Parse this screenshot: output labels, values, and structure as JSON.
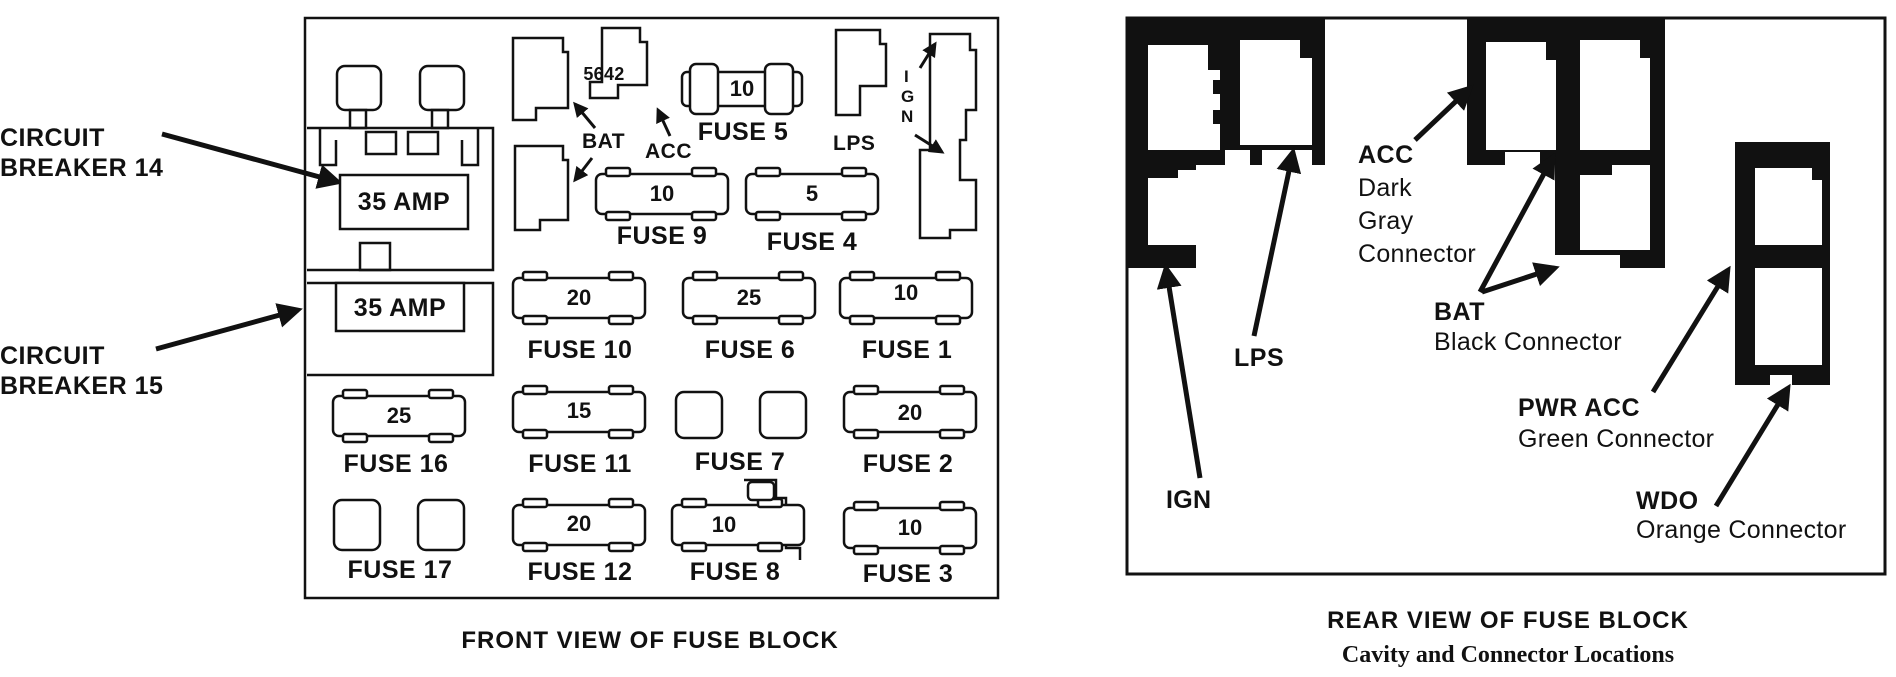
{
  "front_view": {
    "caption": "FRONT VIEW OF FUSE BLOCK",
    "part_number": "5642",
    "circuit_breaker_14": {
      "line1": "CIRCUIT",
      "line2": "BREAKER 14",
      "rating": "35 AMP"
    },
    "circuit_breaker_15": {
      "line1": "CIRCUIT",
      "line2": "BREAKER 15",
      "rating": "35 AMP"
    },
    "connector_labels": {
      "bat": "BAT",
      "acc": "ACC",
      "lps": "LPS",
      "ign": [
        "I",
        "G",
        "N"
      ]
    },
    "fuses": [
      {
        "name": "FUSE 5",
        "amps": "10"
      },
      {
        "name": "FUSE 9",
        "amps": "10"
      },
      {
        "name": "FUSE 4",
        "amps": "5"
      },
      {
        "name": "FUSE 10",
        "amps": "20"
      },
      {
        "name": "FUSE 6",
        "amps": "25"
      },
      {
        "name": "FUSE 1",
        "amps": "10"
      },
      {
        "name": "FUSE 16",
        "amps": "25"
      },
      {
        "name": "FUSE 11",
        "amps": "15"
      },
      {
        "name": "FUSE 7",
        "amps": ""
      },
      {
        "name": "FUSE 2",
        "amps": "20"
      },
      {
        "name": "FUSE 17",
        "amps": ""
      },
      {
        "name": "FUSE 12",
        "amps": "20"
      },
      {
        "name": "FUSE 8",
        "amps": "10"
      },
      {
        "name": "FUSE 3",
        "amps": "10"
      }
    ]
  },
  "rear_view": {
    "caption": "REAR VIEW OF FUSE BLOCK",
    "subcaption": "Cavity and Connector Locations",
    "labels": {
      "acc": {
        "name": "ACC",
        "desc": [
          "Dark",
          "Gray",
          "Connector"
        ]
      },
      "bat": {
        "name": "BAT",
        "desc": "Black Connector"
      },
      "pwr_acc": {
        "name": "PWR ACC",
        "desc": "Green Connector"
      },
      "wdo": {
        "name": "WDO",
        "desc": "Orange Connector"
      },
      "ign": "IGN",
      "lps": "LPS"
    }
  }
}
